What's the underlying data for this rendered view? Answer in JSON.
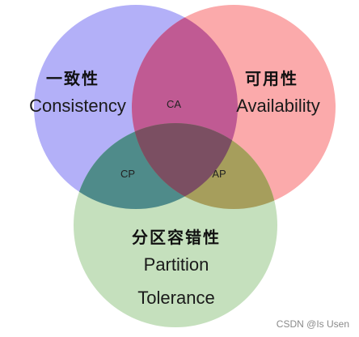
{
  "circles": [
    {
      "key": "consistency",
      "label_zh": "一致性",
      "label_en": "Consistency",
      "color": "#b3b0f8"
    },
    {
      "key": "availability",
      "label_zh": "可用性",
      "label_en": "Availability",
      "color": "#fbaaab"
    },
    {
      "key": "partition",
      "label_zh": "分区容错性",
      "label_en_line1": "Partition",
      "label_en_line2": "Tolerance",
      "color": "#c5e0bd"
    }
  ],
  "overlaps": {
    "ca": {
      "label": "CA",
      "color": "#c05a93"
    },
    "cp": {
      "label": "CP",
      "color": "#4f8b8a"
    },
    "ap": {
      "label": "AP",
      "color": "#a69e5c"
    },
    "cap_center_color": "#7b4f62"
  },
  "watermark": "CSDN @Is Usen"
}
